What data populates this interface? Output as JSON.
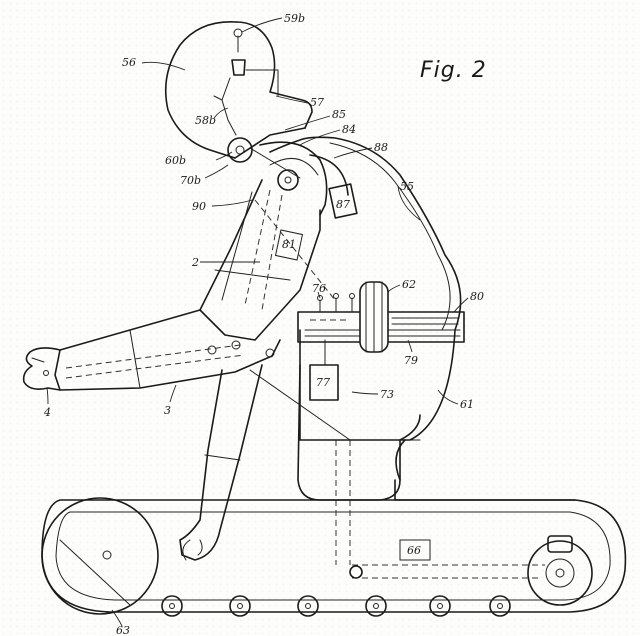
{
  "figure": {
    "title": "Fig. 2"
  },
  "references": {
    "r59b": "59b",
    "r56": "56",
    "r57": "57",
    "r58b": "58b",
    "r85": "85",
    "r84": "84",
    "r60b": "60b",
    "r88": "88",
    "r70b": "70b",
    "r55": "55",
    "r90": "90",
    "r87": "87",
    "r81": "81",
    "r2": "2",
    "r76": "76",
    "r62": "62",
    "r80": "80",
    "r79": "79",
    "r77": "77",
    "r73": "73",
    "r61": "61",
    "r4": "4",
    "r3": "3",
    "r66": "66",
    "r63": "63"
  }
}
